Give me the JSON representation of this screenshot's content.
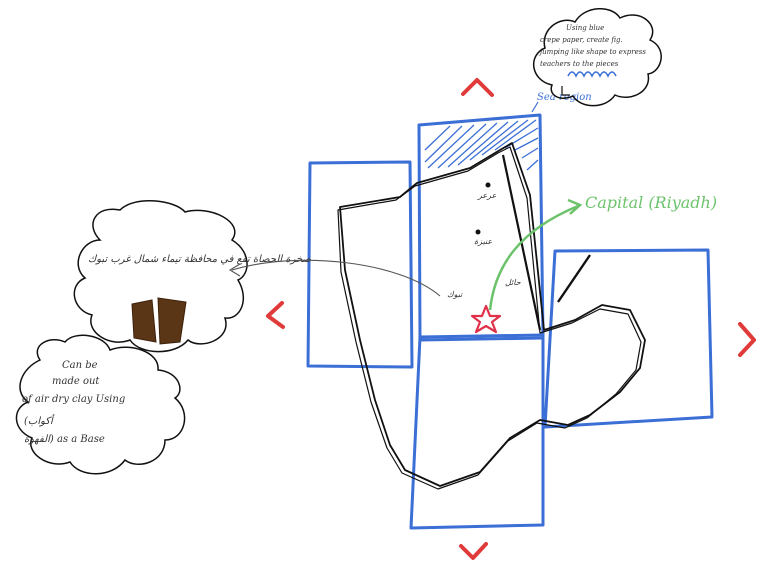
{
  "labels": {
    "capital": "Capital (Riyadh)",
    "sea_region": "Sea region",
    "top_note": "Using blue crepe paper, create fig. jumping like shape to express teachers to the pieces",
    "left_note_arabic": "صخرة الحصاة تقع في محافظة تيماء شمال غرب تبوك",
    "bottom_note_line1": "Can be",
    "bottom_note_line2": "made out",
    "bottom_note_line3": "of air dry clay Using",
    "bottom_note_line4": "(أكواب",
    "bottom_note_line5": "الفهوة) as a Base",
    "city_tabuk": "تبوك",
    "city_hail": "حائل",
    "city_qassim": "عنيزة",
    "city_north": "عرعر"
  },
  "colors": {
    "panel_blue": "#3b6fd6",
    "outline_black": "#111111",
    "arrow_red": "#e03a3a",
    "capital_green": "#6cc36c",
    "star_red": "#e0304a",
    "stone_brown": "#5a3516"
  },
  "icons": [
    "up-arrow-icon",
    "down-arrow-icon",
    "left-arrow-icon",
    "right-arrow-icon",
    "capital-star-icon",
    "rock-icon"
  ]
}
